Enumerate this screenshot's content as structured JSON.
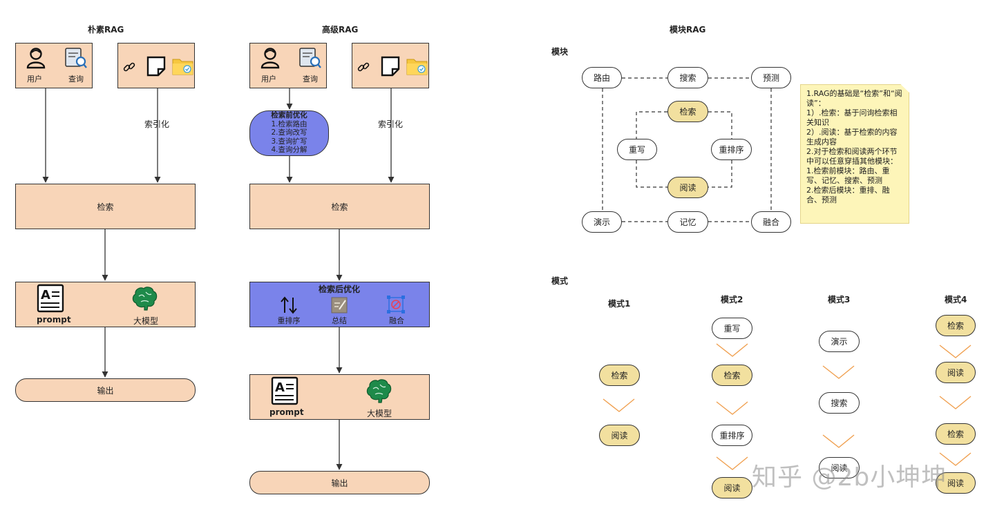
{
  "naive": {
    "title": "朴素RAG",
    "user": "用户",
    "query": "查询",
    "index_label": "索引化",
    "retrieve": "检索",
    "prompt": "prompt",
    "llm": "大模型",
    "output": "输出"
  },
  "advanced": {
    "title": "高级RAG",
    "user": "用户",
    "query": "查询",
    "pre_title": "检索前优化",
    "pre_items": [
      "1.检索路由",
      "2.查询改写",
      "3.查询扩写",
      "4.查询分解"
    ],
    "index_label": "索引化",
    "retrieve": "检索",
    "post_title": "检索后优化",
    "post_items": [
      "重排序",
      "总结",
      "融合"
    ],
    "prompt": "prompt",
    "llm": "大模型",
    "output": "输出"
  },
  "modular": {
    "title": "模块RAG",
    "modules_label": "模块",
    "nodes": {
      "route": "路由",
      "search": "搜索",
      "predict": "预测",
      "retrieve": "检索",
      "rewrite": "重写",
      "rerank": "重排序",
      "read": "阅读",
      "demo": "演示",
      "memory": "记忆",
      "fuse": "融合"
    },
    "note": "1.RAG的基础是“检索”和“阅读”：\n1）.检索：基于问询检索相关知识\n2）.阅读：基于检索的内容生成内容\n2.对于检索和阅读两个环节中可以任意穿插其他模块：\n1.检索前模块：路由、重写、记忆、搜索、预测\n2.检索后模块：重排、融合、预测",
    "patterns_label": "模式",
    "patterns": [
      {
        "title": "模式1",
        "steps": [
          "检索",
          "阅读"
        ]
      },
      {
        "title": "模式2",
        "steps": [
          "重写",
          "检索",
          "重排序",
          "阅读"
        ]
      },
      {
        "title": "模式3",
        "steps": [
          "演示",
          "搜索",
          "阅读"
        ]
      },
      {
        "title": "模式4",
        "steps": [
          "检索",
          "阅读",
          "检索",
          "阅读"
        ]
      }
    ]
  },
  "watermark": "知乎 @2b小坤坤",
  "colors": {
    "peach": "#f8d5b8",
    "blue": "#7a83ea",
    "yellow": "#f2e09f",
    "note": "#fdf5b9",
    "chevron": "#f0a050",
    "brain": "#1e8a4a"
  }
}
